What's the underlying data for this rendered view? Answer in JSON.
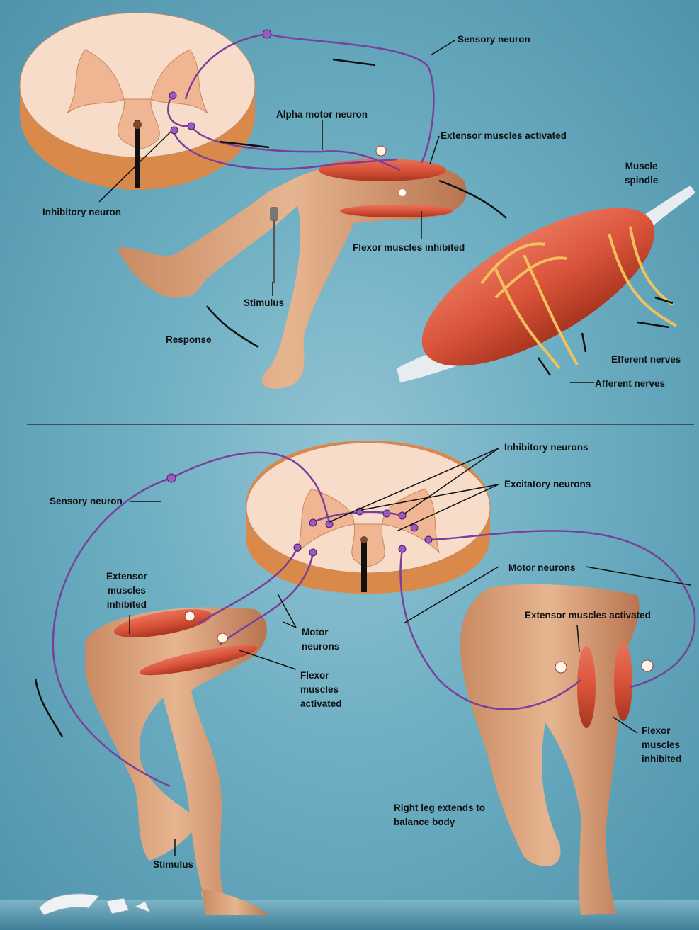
{
  "colors": {
    "background": "#6daec2",
    "nerve": "#7a3f9a",
    "neuron_body": "#9b59c2",
    "muscle": "#d9533a",
    "tendon": "#e8eef2",
    "skin": "#dfa985",
    "cord_grey": "#f4cdb3",
    "cord_white": "#f7dcc9",
    "cord_side": "#d98a4a",
    "nerve_yellow": "#f2c15e"
  },
  "top_panel": {
    "labels": {
      "sensory_neuron": "Sensory neuron",
      "alpha_motor_neuron": "Alpha motor neuron",
      "extensor_activated": "Extensor muscles activated",
      "muscle_spindle": "Muscle\nspindle",
      "inhibitory_neuron": "Inhibitory neuron",
      "flexor_inhibited": "Flexor muscles inhibited",
      "stimulus": "Stimulus",
      "response": "Response",
      "efferent_nerves": "Efferent nerves",
      "afferent_nerves": "Afferent nerves"
    }
  },
  "bottom_panel": {
    "labels": {
      "inhibitory_neurons": "Inhibitory neurons",
      "excitatory_neurons": "Excitatory neurons",
      "sensory_neuron": "Sensory neuron",
      "motor_neurons_right": "Motor neurons",
      "extensor_inhibited": "Extensor\nmuscles\ninhibited",
      "motor_neurons_left": "Motor\nneurons",
      "flexor_activated": "Flexor\nmuscles\nactivated",
      "extensor_activated": "Extensor muscles activated",
      "flexor_inhibited": "Flexor\nmuscles\ninhibited",
      "right_leg_extends": "Right leg extends to\nbalance body",
      "stimulus": "Stimulus"
    }
  }
}
